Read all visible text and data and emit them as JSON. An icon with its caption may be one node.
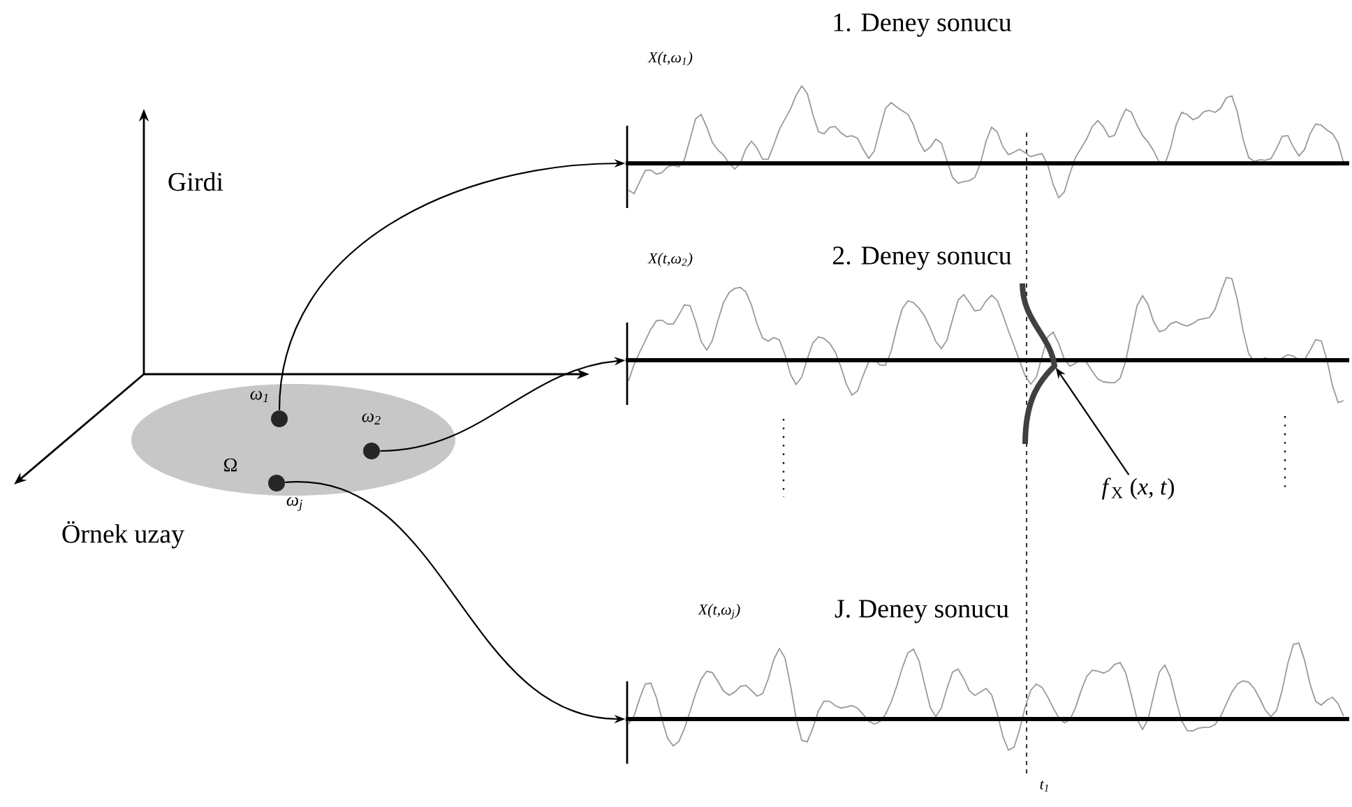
{
  "diagram": {
    "nodes": [
      {
        "text": [
          "Ω"
        ]
      },
      {
        "text": [],
        "shape": "circle",
        "in": 0,
        "beside": [
          "ω$_{1}$"
        ]
      },
      {
        "text": [],
        "shape": "circle",
        "in": 0,
        "beside": [
          "ω$_{2}$"
        ]
      },
      {
        "text": [],
        "shape": "circle",
        "in": 0,
        "beside": [
          "ω$_{j}$"
        ]
      },
      {
        "text": [
          "1. Deney sonucu",
          "X(t,ω$_{1}$)"
        ]
      },
      {
        "text": [
          "X(t,ω$_{2}$)",
          "2. Deney sonucu"
        ]
      },
      {
        "text": [
          "X(t,ω$_{j}$)",
          "J. Deney sonucu"
        ]
      },
      {
        "text": [
          "*f*$_{X}$ (*x*, *t*)"
        ]
      },
      {
        "text": [],
        "shape": "curve"
      }
    ],
    "edges": [
      {
        "from": 1,
        "to": 4,
        "arrow": "to"
      },
      {
        "from": 2,
        "to": 5,
        "arrow": "to"
      },
      {
        "from": 3,
        "to": 6,
        "arrow": "to"
      },
      {
        "from": 7,
        "to": 8,
        "arrow": "to"
      }
    ],
    "labels": [
      "Girdi",
      "Örnek uzay",
      "t$_{1}$"
    ]
  }
}
